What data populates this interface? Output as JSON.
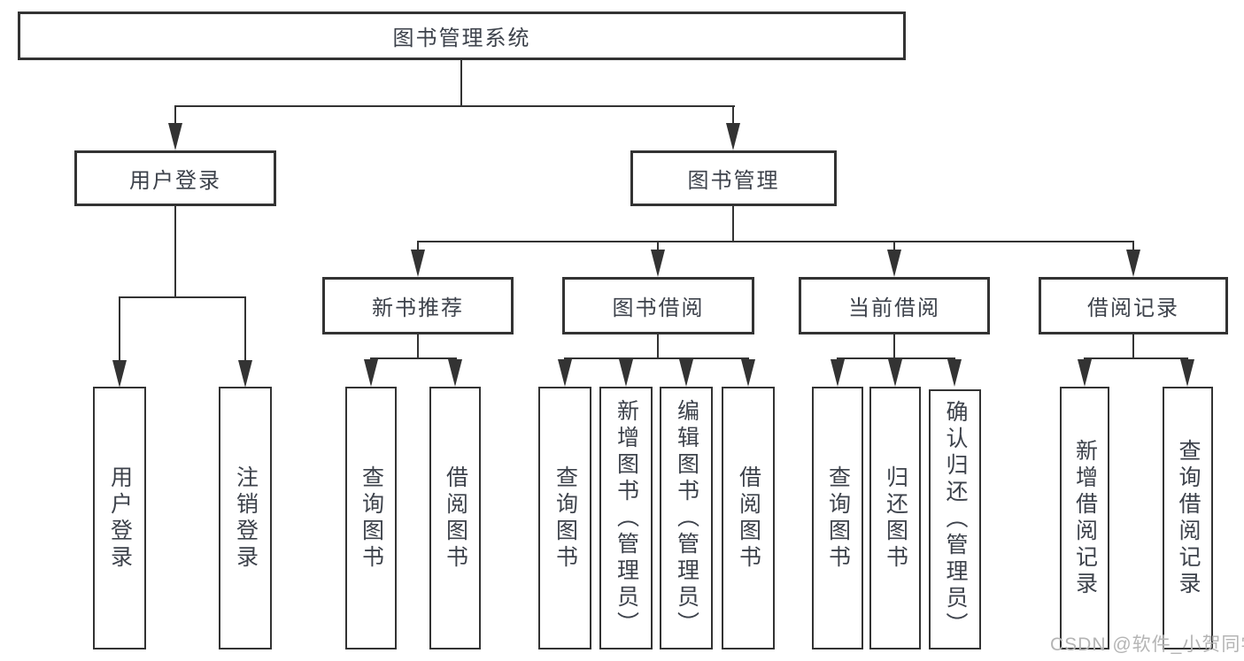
{
  "tree": {
    "root": {
      "label": "图书管理系统",
      "children": [
        {
          "label": "用户登录",
          "children": [
            {
              "label": "用户登录"
            },
            {
              "label": "注销登录"
            }
          ]
        },
        {
          "label": "图书管理",
          "children": [
            {
              "label": "新书推荐",
              "children": [
                {
                  "label": "查询图书"
                },
                {
                  "label": "借阅图书"
                }
              ]
            },
            {
              "label": "图书借阅",
              "children": [
                {
                  "label": "查询图书"
                },
                {
                  "label": "新增图书（管理员）"
                },
                {
                  "label": "编辑图书（管理员）"
                },
                {
                  "label": "借阅图书"
                }
              ]
            },
            {
              "label": "当前借阅",
              "children": [
                {
                  "label": "查询图书"
                },
                {
                  "label": "归还图书"
                },
                {
                  "label": "确认归还（管理员）"
                }
              ]
            },
            {
              "label": "借阅记录",
              "children": [
                {
                  "label": "新增借阅记录"
                },
                {
                  "label": "查询借阅记录"
                }
              ]
            }
          ]
        }
      ]
    }
  },
  "watermark": {
    "text": "CSDN @软件_小贺同学"
  },
  "colors": {
    "line": "#333333",
    "text": "#3d424b",
    "box_background": "#ffffff",
    "watermark": "#b4b4b4",
    "page_background": "#ffffff"
  }
}
